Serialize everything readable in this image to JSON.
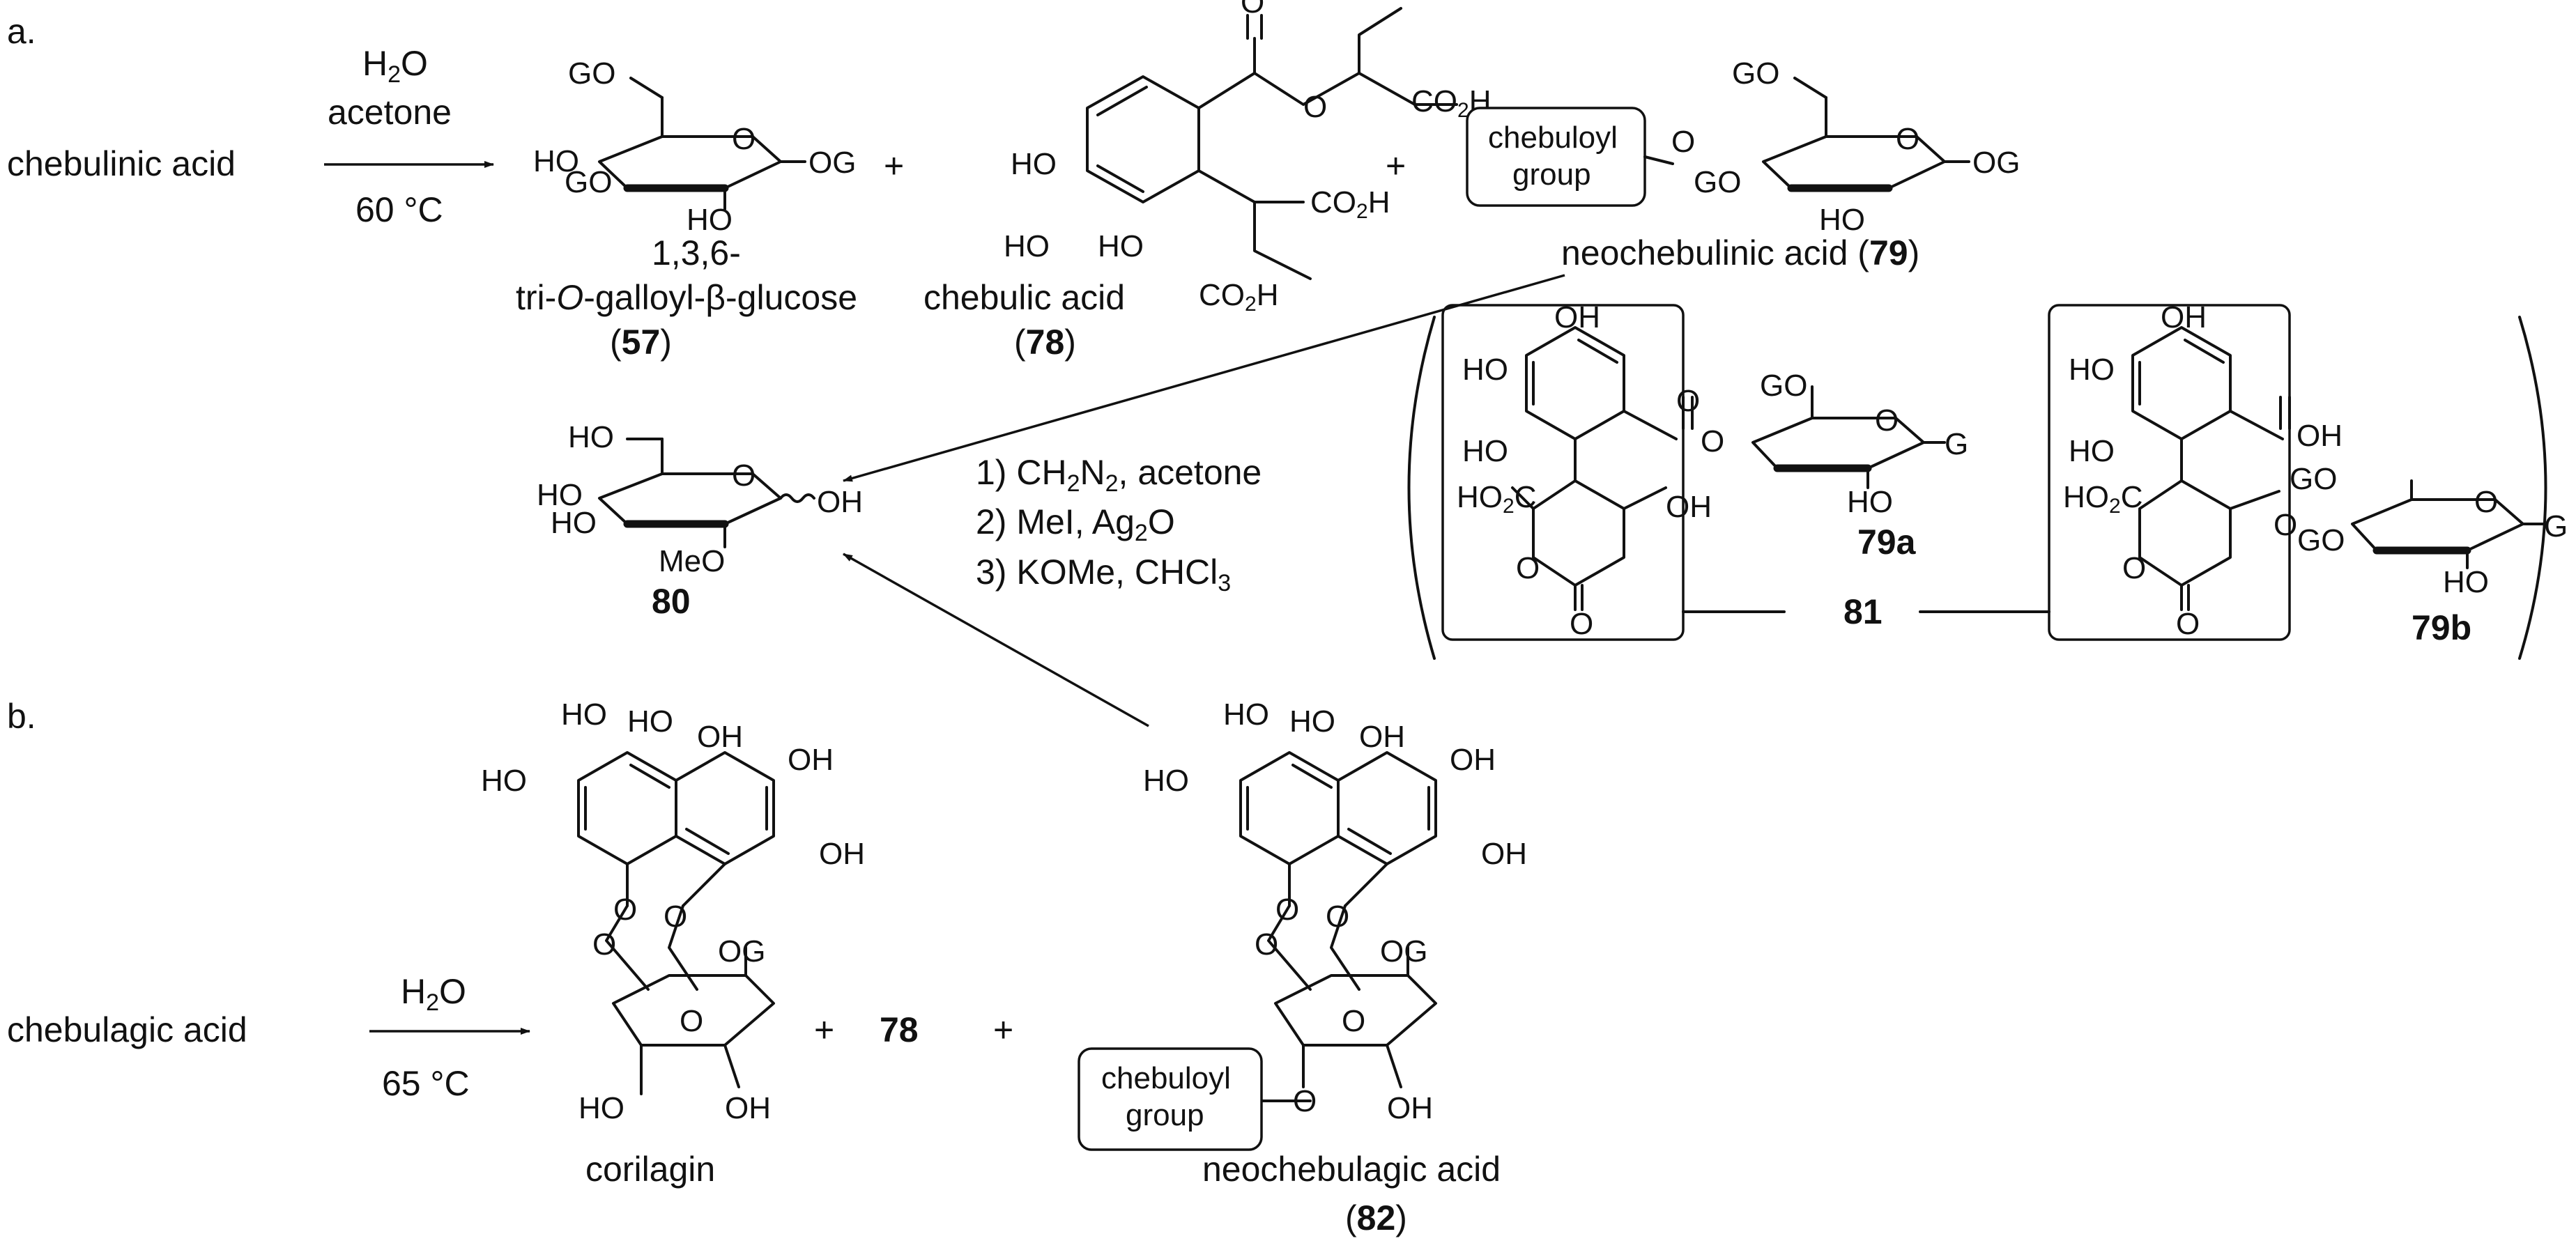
{
  "panel_a": {
    "label": "a.",
    "start": "chebulinic acid",
    "cond_top": "H2O",
    "cond_top2": "acetone",
    "cond_bottom": "60 °C",
    "plus": "+",
    "p1_name1": "1,3,6-",
    "p1_name2_a": "tri-",
    "p1_name2_b": "O",
    "p1_name2_c": "-galloyl-β-glucose",
    "p1_id": "57",
    "p2_name": "chebulic acid",
    "p2_id": "78",
    "p3_name": "neochebulinic acid",
    "p3_id": "79",
    "box_line1": "chebuloyl",
    "box_line2": "group",
    "step1": "1) CH2N2, acetone",
    "step2": "2) MeI, Ag2O",
    "step3": "3) KOMe, CHCl3",
    "p4_id": "80",
    "iso_a": "79a",
    "iso_b": "79b",
    "iso_link": "81"
  },
  "panel_b": {
    "label": "b.",
    "start": "chebulagic acid",
    "cond_top": "H2O",
    "cond_bottom": "65 °C",
    "plus": "+",
    "p1_name": "corilagin",
    "p2_id": "78",
    "p3_name": "neochebulagic acid",
    "p3_id": "82",
    "box_line1": "chebuloyl",
    "box_line2": "group"
  },
  "atoms": {
    "go": "GO",
    "og": "OG",
    "ho": "HO",
    "oh": "OH",
    "o": "O",
    "meo": "MeO",
    "co2h": "CO2H",
    "ho2c": "HO2C",
    "g": "G"
  }
}
